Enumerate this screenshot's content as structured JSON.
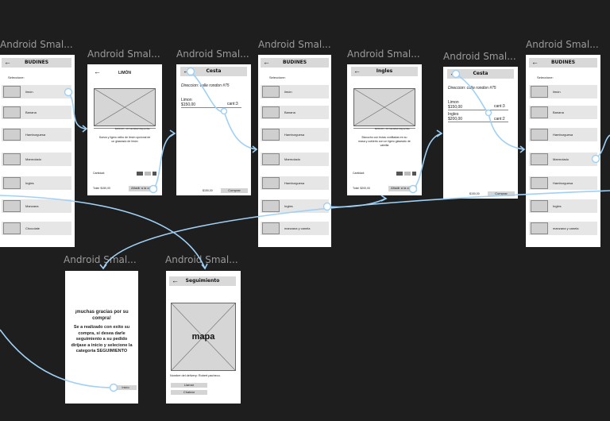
{
  "frame_title": "Android Smal...",
  "budines": {
    "title": "BUDINES",
    "subtitle": "Seleccione:",
    "items": [
      "limón",
      "Banana",
      "Hamburguesa",
      "Marmolado",
      "Ingles",
      "Manzana",
      "Chocolate"
    ]
  },
  "budines2": {
    "title": "BUDINES",
    "subtitle": "Seleccione:",
    "items": [
      "limón",
      "Banana",
      "Hamburguesa",
      "Marmolado",
      "Hamburguesa",
      "Ingles",
      "manzana y canela"
    ]
  },
  "budines3": {
    "title": "BUDINES",
    "subtitle": "Seleccione:",
    "items": [
      "limón",
      "Banana",
      "Hamburguesa",
      "Marmolado",
      "Hamburguesa",
      "Ingles",
      "manzana y canela"
    ]
  },
  "limon": {
    "title": "LIMÓN",
    "price_stock": "$150,00 | 10 Cantidad disponible",
    "description": "Sueva y ligero ceibo de limón opcional de un glaseado de limón",
    "cantidad": "Cantidad:",
    "total": "Total: $150,00",
    "add": "Añadir a la cesta"
  },
  "ingles": {
    "title": "Ingles",
    "price_stock": "$150,00 | 10 Cantidad disponible",
    "description": "Bizcocho con frutas confitadas en su masa y cubierto con un ligero glaseado de vainilla",
    "cantidad": "Cantidad:",
    "total": "Total: $200,00",
    "add": "Añadir a la cesta"
  },
  "cesta1": {
    "title": "Cesta",
    "address": "Direccion: calle rondon #75",
    "item_name": "Limon",
    "item_price": "$150,00",
    "item_qty": "cant:3",
    "total": "$150,00",
    "buy": "Comprar"
  },
  "cesta2": {
    "title": "Cesta",
    "address": "Direccion: calle rondon #75",
    "item1_name": "Limon",
    "item1_price": "$150,00",
    "item1_qty": "cant:3",
    "item2_name": "Ingles",
    "item2_price": "$200,00",
    "item2_qty": "cant:2",
    "total": "$150,00",
    "buy": "Comprar"
  },
  "gracias": {
    "heading": "¡muchas gracias por su compra!",
    "body": "Se a realizado con exito su compra, si desea darle seguimiento a su pedido dirijase a inicio y selecione la categoria SEGUIMIENTO",
    "button": "Inicio"
  },
  "seguimiento": {
    "title": "Seguimiento",
    "map_label": "mapa",
    "delivery": "Nombre del delivery: Robert pacheco.",
    "call": "Llamar",
    "chat": "Chatear"
  },
  "colors": {
    "background": "#1e1e1e",
    "link": "#9fd0f5",
    "frame": "#ffffff",
    "header": "#d9d9d9"
  }
}
